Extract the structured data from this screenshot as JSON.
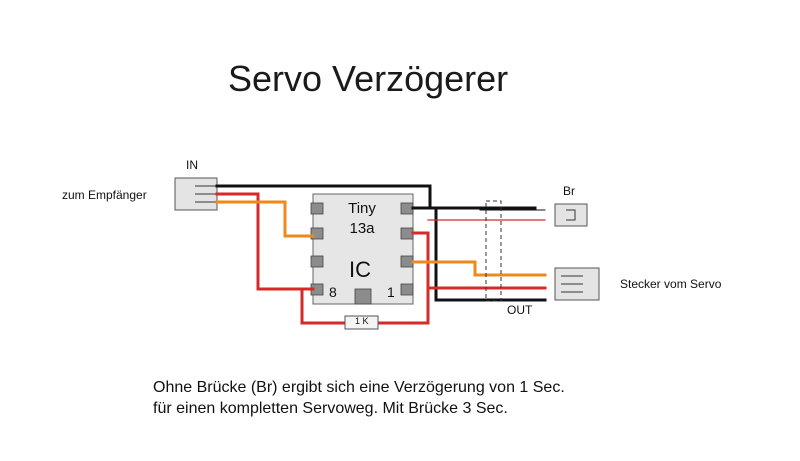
{
  "title": "Servo Verzögerer",
  "labels": {
    "in": "IN",
    "receiver": "zum Empfänger",
    "bridge": "Br",
    "out": "OUT",
    "servo_plug": "Stecker vom Servo",
    "resistor": "1 K"
  },
  "ic": {
    "name_line1": "Tiny",
    "name_line2": "13a",
    "label": "IC",
    "pin8": "8",
    "pin1": "1"
  },
  "note": {
    "line1": "Ohne Brücke (Br) ergibt sich eine Verzögerung von 1 Sec.",
    "line2": "für einen kompletten Servoweg. Mit Brücke 3 Sec."
  },
  "colors": {
    "wire_black": "#111111",
    "wire_red": "#d42a2a",
    "wire_orange": "#ee8a1c",
    "connector_fill": "#e4e4e4",
    "pin_fill": "#8c8c8c"
  }
}
